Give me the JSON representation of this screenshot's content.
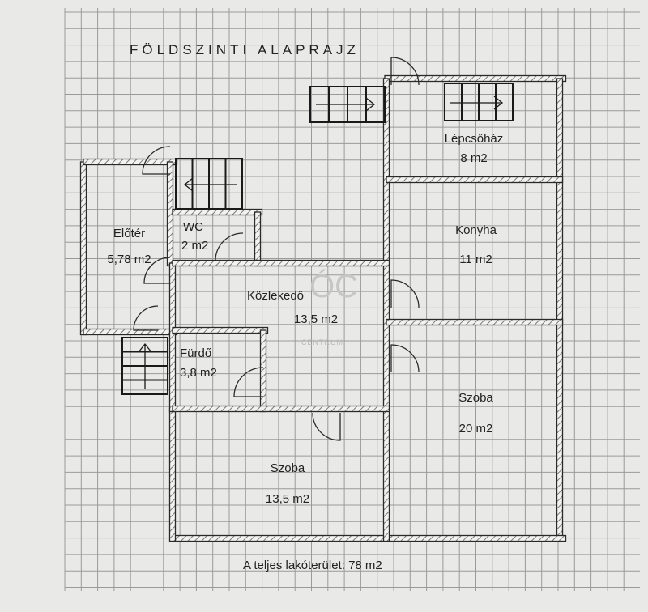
{
  "title": "FÖLDSZINTI   ALAPRAJZ",
  "rooms": [
    {
      "name": "Lépcsőház",
      "area": "8 m2"
    },
    {
      "name": "Előtér",
      "area": "5,78 m2"
    },
    {
      "name": "WC",
      "area": "2 m2"
    },
    {
      "name": "Konyha",
      "area": "11 m2"
    },
    {
      "name": "Közlekedő",
      "area": "13,5 m2"
    },
    {
      "name": "Fürdő",
      "area": "3,8 m2"
    },
    {
      "name": "Szoba",
      "area": "20 m2"
    },
    {
      "name": "Szoba",
      "area": "13,5 m2"
    }
  ],
  "total_area": "A teljes lakóterület: 78 m2",
  "watermark": {
    "mark": "ÓC",
    "text": "CENTRUM"
  },
  "colors": {
    "paper": "#e9e9e7",
    "grid": "#9a9a9a",
    "wall": "#2a2a2a",
    "hatch": "#8a8a8a"
  }
}
